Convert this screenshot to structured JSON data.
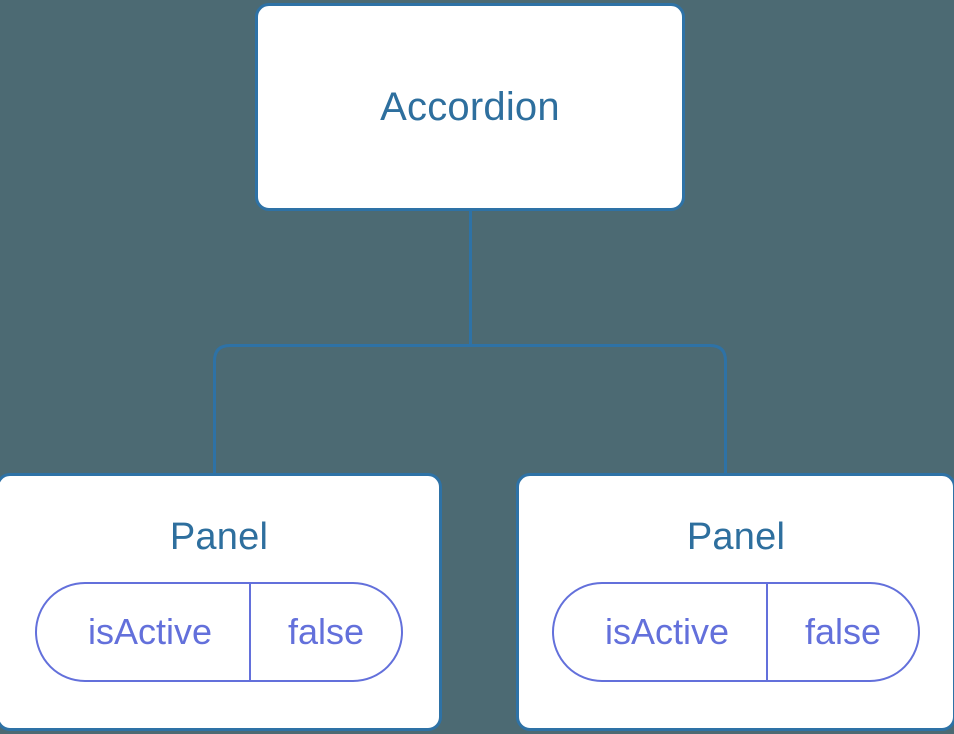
{
  "diagram": {
    "type": "component-tree",
    "background_color": "#4c6a73",
    "node_border_color": "#2e72a6",
    "node_fill_color": "#ffffff",
    "title_text_color": "#2e6f9e",
    "state_accent_color": "#6370db",
    "connector_color": "#2e72a6",
    "root": {
      "name": "root-node",
      "label": "Accordion"
    },
    "children": [
      {
        "name": "panel-node-left",
        "label": "Panel",
        "state": {
          "key": "isActive",
          "value": "false"
        }
      },
      {
        "name": "panel-node-right",
        "label": "Panel",
        "state": {
          "key": "isActive",
          "value": "false"
        }
      }
    ]
  }
}
